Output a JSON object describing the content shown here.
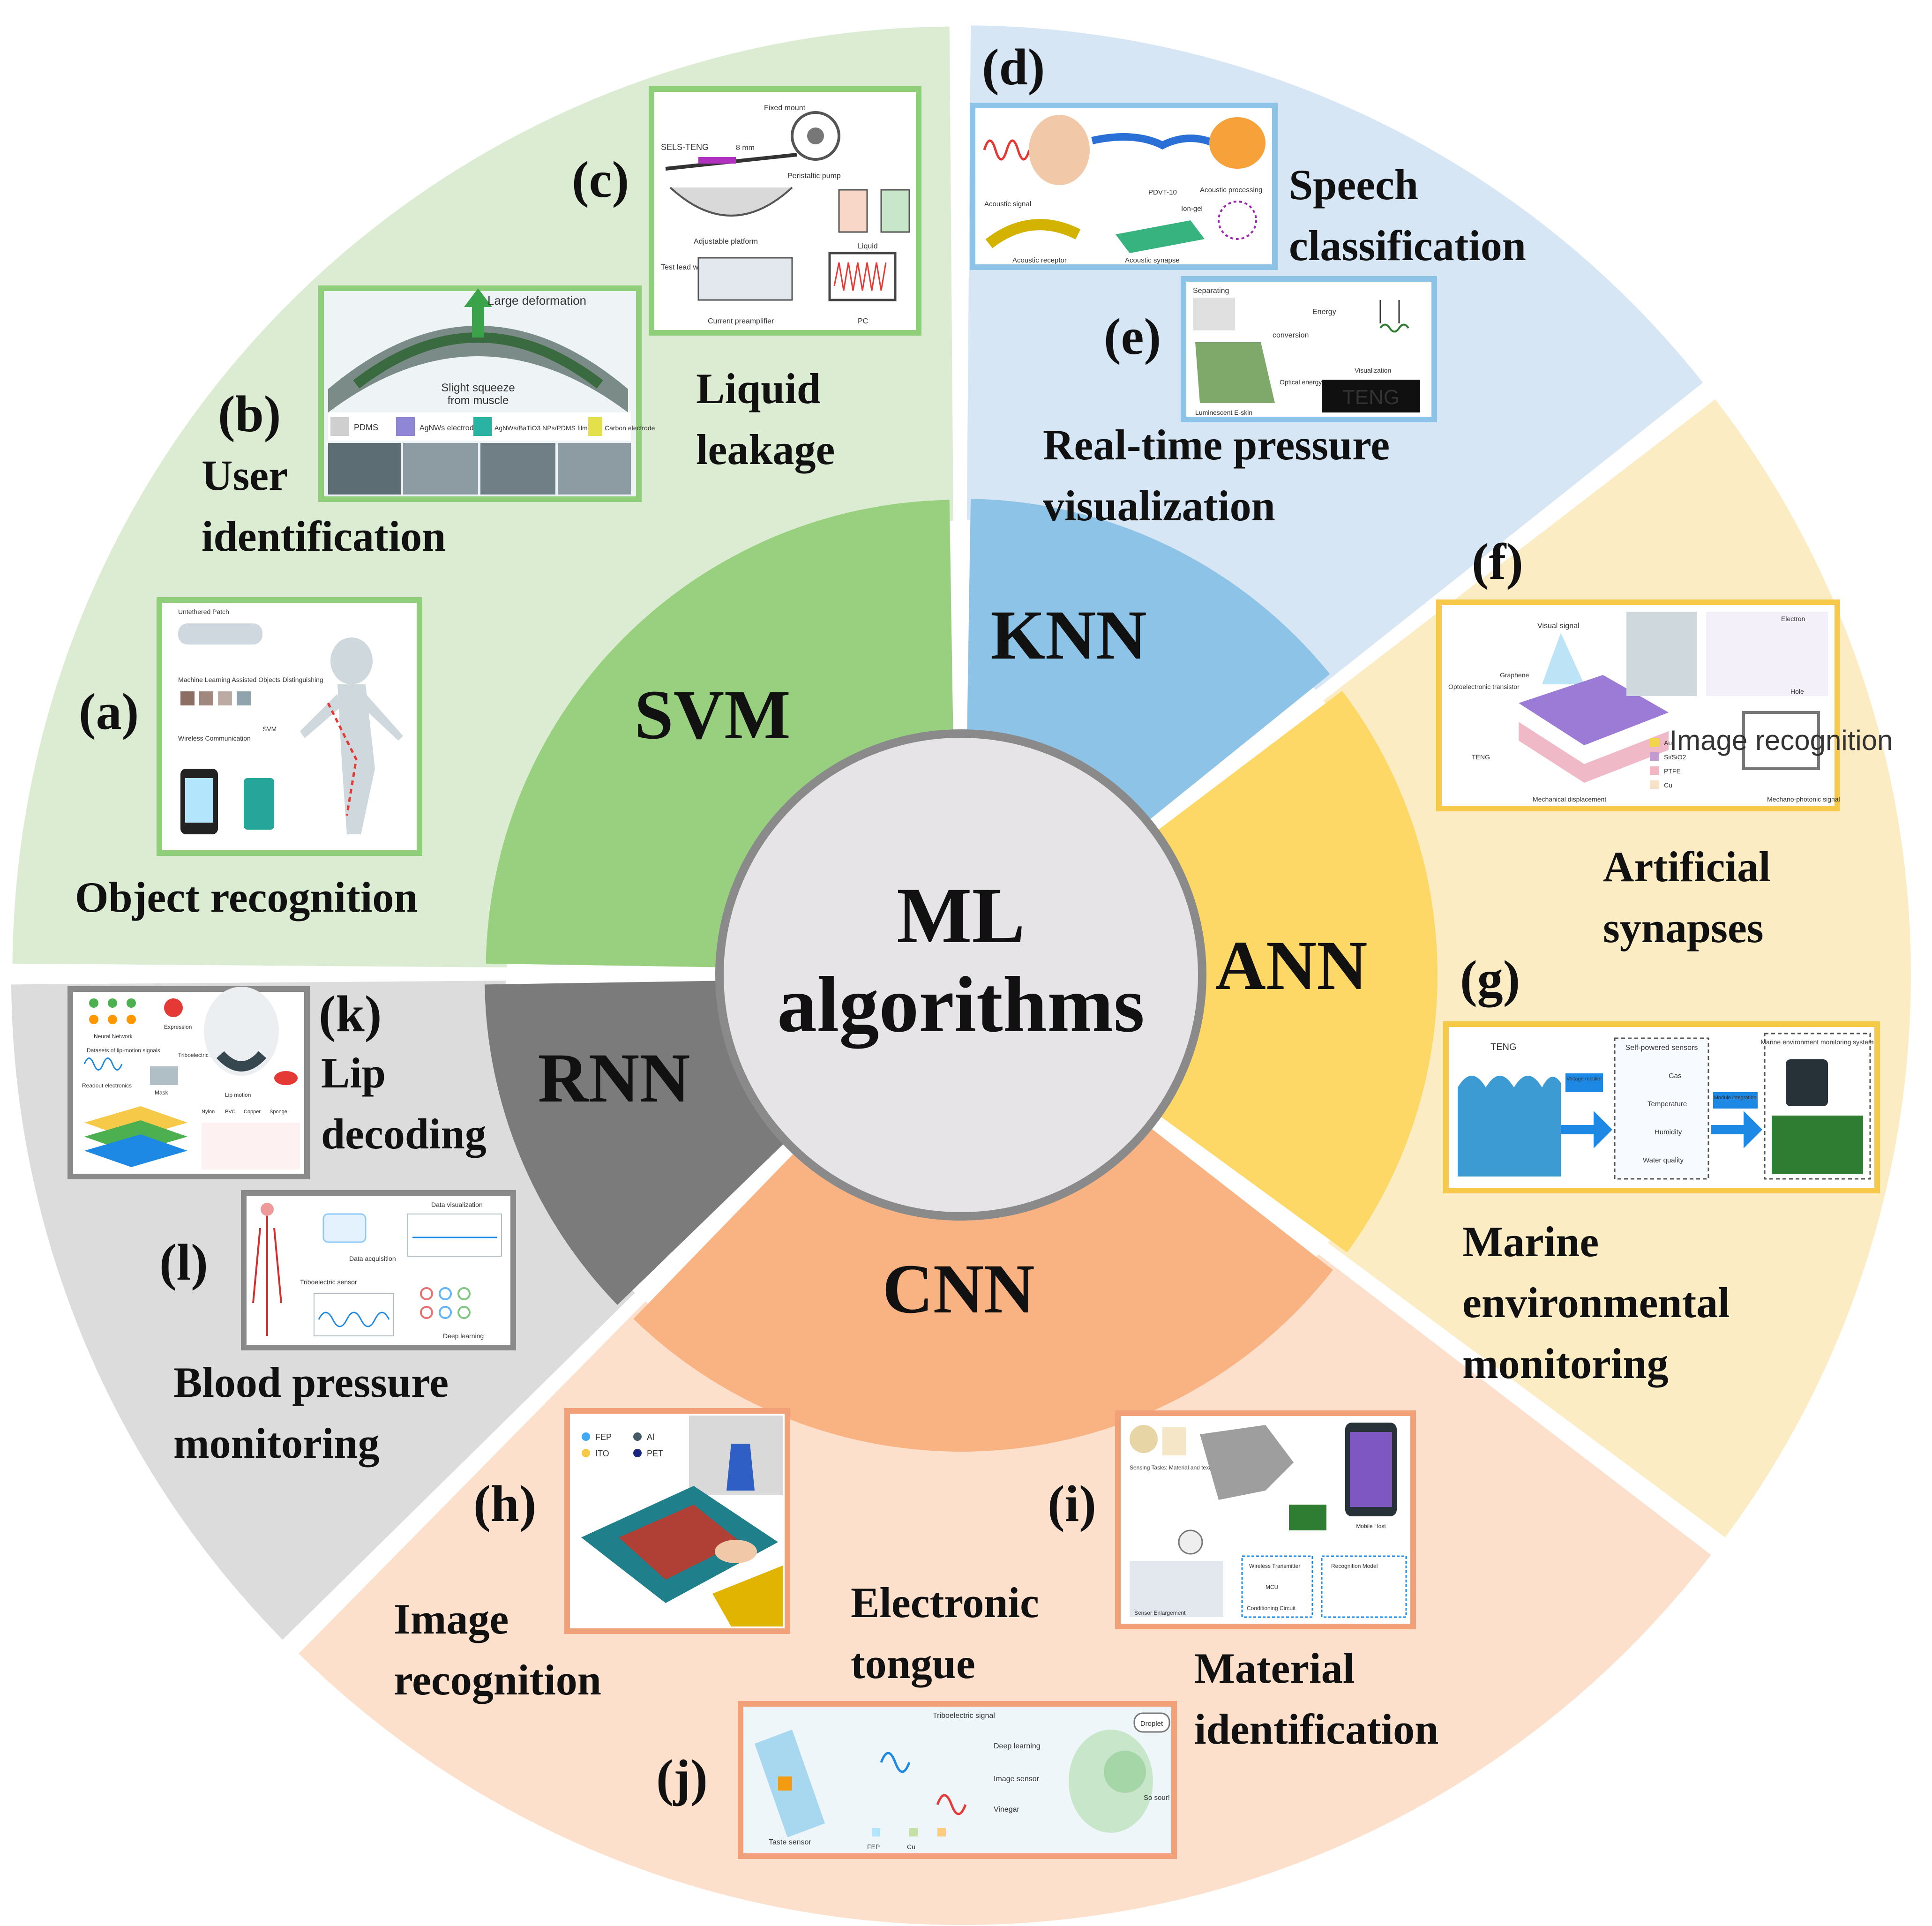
{
  "center": {
    "line1": "ML",
    "line2": "algorithms",
    "color": "#e8231e"
  },
  "algorithms": {
    "svm": "SVM",
    "knn": "KNN",
    "ann": "ANN",
    "cnn": "CNN",
    "rnn": "RNN"
  },
  "colors": {
    "svm_outer": "#dcecd3",
    "svm_inner": "#98d07f",
    "knn_outer": "#d6e6f4",
    "knn_inner": "#8ec3e8",
    "ann_outer": "#fcecc4",
    "ann_inner": "#fdd866",
    "cnn_outer": "#fce0cc",
    "cnn_inner": "#f9b282",
    "rnn_outer": "#dcdcdc",
    "rnn_inner": "#7b7b7b",
    "center_fill": "#e6e4e7",
    "center_ring": "#8a8a8a"
  },
  "applications": {
    "a": {
      "letter": "(a)",
      "line1": "Object recognition",
      "line2": ""
    },
    "b": {
      "letter": "(b)",
      "line1": "User",
      "line2": "identification"
    },
    "c": {
      "letter": "(c)",
      "line1": "Liquid",
      "line2": "leakage"
    },
    "d": {
      "letter": "(d)",
      "line1": "Speech",
      "line2": "classification"
    },
    "e": {
      "letter": "(e)",
      "line1": "Real-time pressure",
      "line2": "visualization"
    },
    "f": {
      "letter": "(f)",
      "line1": "Artificial",
      "line2": "synapses"
    },
    "g": {
      "letter": "(g)",
      "line1": "Marine",
      "line2": "environmental",
      "line3": "monitoring"
    },
    "h": {
      "letter": "(h)",
      "line1": "Image",
      "line2": "recognition"
    },
    "i": {
      "letter": "(i)",
      "line1": "Material",
      "line2": "identification"
    },
    "j": {
      "letter": "(j)",
      "line1": "Electronic",
      "line2": "tongue"
    },
    "k": {
      "letter": "(k)",
      "line1": "Lip",
      "line2": "decoding"
    },
    "l": {
      "letter": "(l)",
      "line1": "Blood pressure",
      "line2": "monitoring"
    }
  },
  "panel_text": {
    "a": [
      "Untethered Patch",
      "Machine Learning Assisted Objects Distinguishing",
      "Wireless Communication",
      "SVM"
    ],
    "b": [
      "Large deformation",
      "Slight squeeze",
      "from muscle",
      "PDMS",
      "AgNWs electrode",
      "AgNWs/BaTiO3 NPs/PDMS film",
      "Carbon electrode"
    ],
    "c": [
      "SELS-TENG",
      "Fixed mount",
      "8 mm",
      "Peristaltic pump",
      "Adjustable platform",
      "Liquid",
      "Test lead wire",
      "Current preamplifier",
      "PC"
    ],
    "d": [
      "Acoustic signal",
      "Acoustic processing",
      "Acoustic receptor",
      "Acoustic synapse",
      "PDVT-10",
      "Ion-gel"
    ],
    "e": [
      "Separating",
      "Energy",
      "conversion",
      "Optical energy",
      "Visualization",
      "Luminescent E-skin",
      "TENG"
    ],
    "f": [
      "Visual signal",
      "Graphene",
      "Optoelectronic transistor",
      "TENG",
      "Mechanical displacement",
      "Au",
      "Si/SiO2",
      "PTFE",
      "Cu",
      "Image recognition",
      "Mechano-photonic signal",
      "Electron",
      "Hole"
    ],
    "g": [
      "TENG",
      "Voltage rectifier",
      "Self-powered sensors",
      "Gas",
      "Temperature",
      "Humidity",
      "Water quality",
      "Module integration",
      "Marine environment monitoring system"
    ],
    "h": [
      "FEP",
      "Al",
      "ITO",
      "PET"
    ],
    "i": [
      "Sensing Tasks: Material and texture of the object",
      "Mobile Host",
      "Wireless Transmitter",
      "MCU",
      "Conditioning Circuit",
      "Recognition Model",
      "Sensor Enlargement"
    ],
    "j": [
      "Triboelectric signal",
      "Taste sensor",
      "Deep learning",
      "Image sensor",
      "Vinegar",
      "So sour!",
      "Droplet",
      "FEP",
      "Cu"
    ],
    "k": [
      "Neural Network",
      "Expression",
      "Datasets of lip-motion signals",
      "Triboelectric sensors",
      "Readout electronics",
      "Mask",
      "Lip motion",
      "Nylon",
      "PVC",
      "Copper",
      "Sponge"
    ],
    "l": [
      "Data visualization",
      "Data acquisition",
      "Triboelectric sensor",
      "Deep learning"
    ]
  }
}
